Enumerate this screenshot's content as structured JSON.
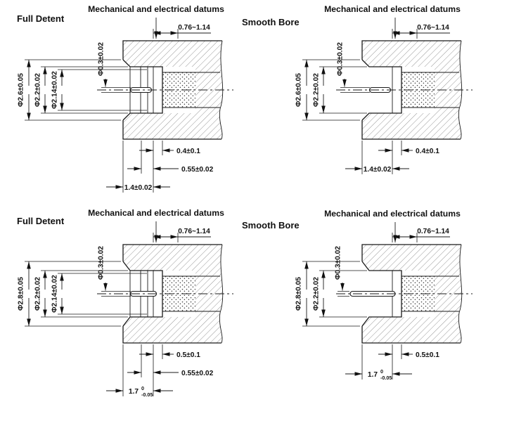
{
  "colors": {
    "ink": "#1a1a1a",
    "hatch": "#8c8c8c",
    "background": "#ffffff"
  },
  "panels": [
    {
      "variant": "Full Detent",
      "datum_label": "Mechanical and electrical datums",
      "dims": {
        "pin_tip_range": "0.76~1.14",
        "pin_dia": "Φ0.3±0.02",
        "outer_dia": "Φ2.6±0.05",
        "bore_dia": "Φ2.2±0.02",
        "detent_dia": "Φ2.14±0.02",
        "insulator_setback": "0.4±0.1",
        "groove_width": "0.55±0.02",
        "bore_depth": "1.4±0.02"
      }
    },
    {
      "variant": "Smooth Bore",
      "datum_label": "Mechanical and electrical datums",
      "dims": {
        "pin_tip_range": "0.76~1.14",
        "pin_dia": "Φ0.3±0.02",
        "outer_dia": "Φ2.6±0.05",
        "bore_dia": "Φ2.2±0.02",
        "insulator_setback": "0.4±0.1",
        "bore_depth": "1.4±0.02"
      }
    },
    {
      "variant": "Full Detent",
      "datum_label": "Mechanical and electrical datums",
      "dims": {
        "pin_tip_range": "0.76~1.14",
        "pin_dia": "Φ0.3±0.02",
        "outer_dia": "Φ2.8±0.05",
        "bore_dia": "Φ2.2±0.02",
        "detent_dia": "Φ2.14±0.02",
        "insulator_setback": "0.5±0.1",
        "groove_width": "0.55±0.02",
        "bore_depth_value": "1.7",
        "bore_depth_tol_upper": "0",
        "bore_depth_tol_lower": "-0.05"
      }
    },
    {
      "variant": "Smooth Bore",
      "datum_label": "Mechanical and electrical datums",
      "dims": {
        "pin_tip_range": "0.76~1.14",
        "pin_dia": "Φ0.3±0.02",
        "outer_dia": "Φ2.8±0.05",
        "bore_dia": "Φ2.2±0.02",
        "insulator_setback": "0.5±0.1",
        "bore_depth_value": "1.7",
        "bore_depth_tol_upper": "0",
        "bore_depth_tol_lower": "-0.05"
      }
    }
  ]
}
